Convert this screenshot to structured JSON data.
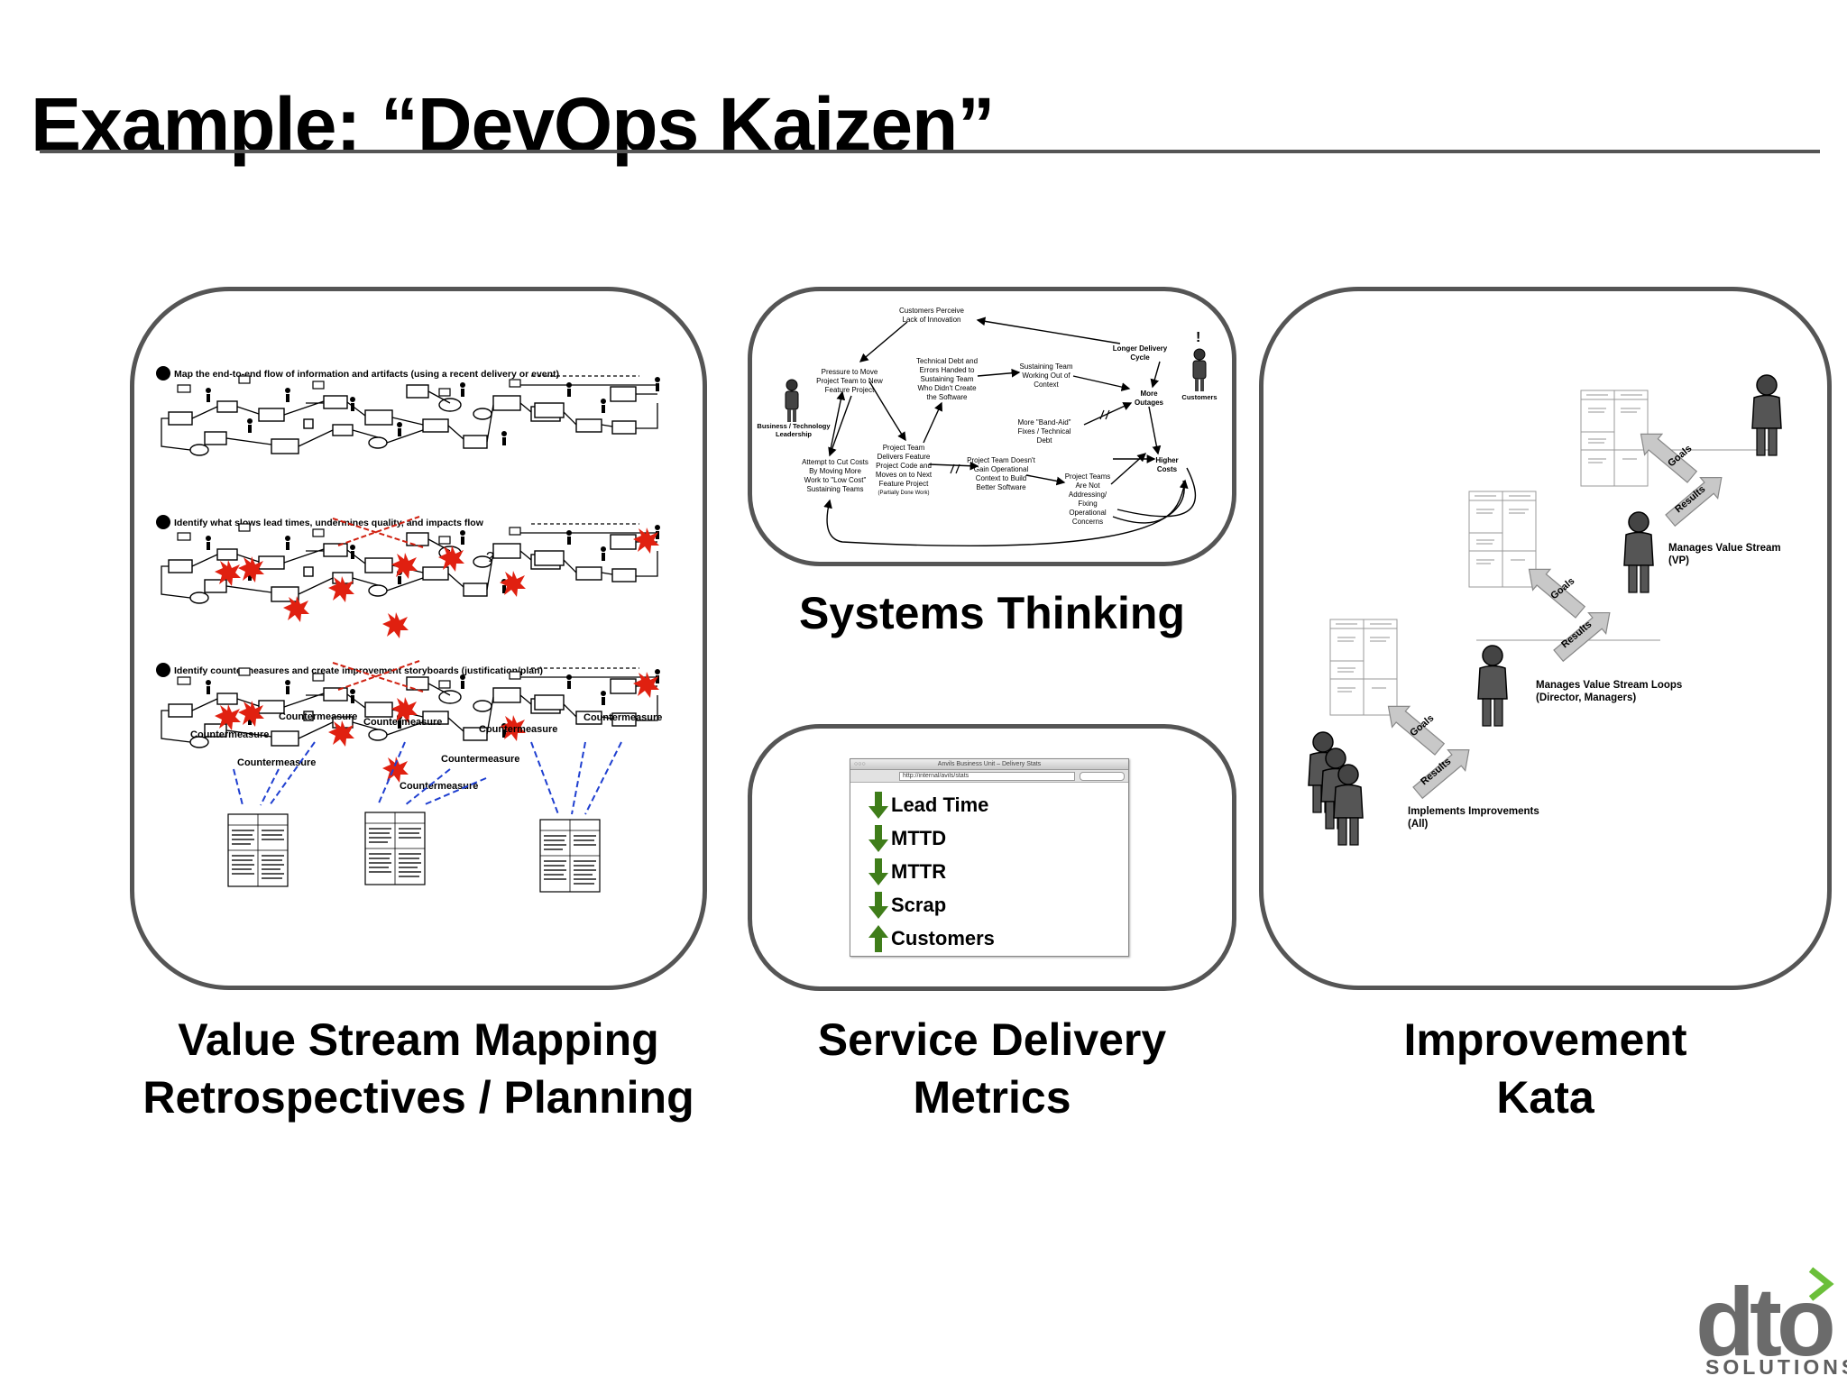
{
  "slide": {
    "title": "Example: “DevOps Kaizen”"
  },
  "vsm": {
    "step1": "Map the end-to-end flow of information and artifacts (using a recent delivery or event)",
    "step2": "Identify what slows lead times, undermines quality, and impacts flow",
    "step3": "Identify countermeasures and create improvement storyboards (justification/plan)",
    "countermeasure": "Countermeasure",
    "caption_line1": "Value Stream Mapping",
    "caption_line2": "Retrospectives / Planning"
  },
  "systems": {
    "nodes": {
      "customers_perceive": [
        "Customers Perceive",
        "Lack of Innovation"
      ],
      "pressure": [
        "Pressure to Move",
        "Project Team to New",
        "Feature Project"
      ],
      "tech_debt": [
        "Technical Debt and",
        "Errors Handed to",
        "Sustaining Team",
        "Who Didn't Create",
        "the Software"
      ],
      "sustaining": [
        "Sustaining Team",
        "Working Out of",
        "Context"
      ],
      "longer_cycle": [
        "Longer Delivery",
        "Cycle"
      ],
      "more_outages": [
        "More",
        "Outages"
      ],
      "band_aid": [
        "More \"Band-Aid\"",
        "Fixes / Technical",
        "Debt"
      ],
      "higher_costs": [
        "Higher",
        "Costs"
      ],
      "cut_costs": [
        "Attempt to Cut Costs",
        "By Moving More",
        "Work to \"Low Cost\"",
        "Sustaining Teams"
      ],
      "delivers": [
        "Project Team",
        "Delivers Feature",
        "Project Code and",
        "Moves on to Next",
        "Feature Project",
        "(Partially Done Work)"
      ],
      "no_context": [
        "Project Team Doesn't",
        "Gain Operational",
        "Context to Build",
        "Better Software"
      ],
      "not_addressing": [
        "Project Teams",
        "Are Not",
        "Addressing/",
        "Fixing",
        "Operational",
        "Concerns"
      ]
    },
    "actor_left": [
      "Business / Technology",
      "Leadership"
    ],
    "actor_right": "Customers",
    "caption": "Systems Thinking"
  },
  "metrics": {
    "window_title": "Anvils Business Unit – Delivery Stats",
    "url": "http://internal/avils/stats",
    "items": [
      {
        "label": "Lead Time",
        "direction": "down"
      },
      {
        "label": "MTTD",
        "direction": "down"
      },
      {
        "label": "MTTR",
        "direction": "down"
      },
      {
        "label": "Scrap",
        "direction": "down"
      },
      {
        "label": "Customers",
        "direction": "up"
      }
    ],
    "colors": {
      "arrow": "#3f7d1a"
    },
    "caption_line1": "Service Delivery",
    "caption_line2": "Metrics"
  },
  "kata": {
    "goals": "Goals",
    "results": "Results",
    "level_top": [
      "Manages Value Stream",
      "(VP)"
    ],
    "level_mid": [
      "Manages Value Stream Loops",
      "(Director, Managers)"
    ],
    "level_bottom": [
      "Implements Improvements",
      "(All)"
    ],
    "caption_line1": "Improvement",
    "caption_line2": "Kata"
  },
  "logo": {
    "main": "dto",
    "sub": "SOLUTIONS"
  }
}
